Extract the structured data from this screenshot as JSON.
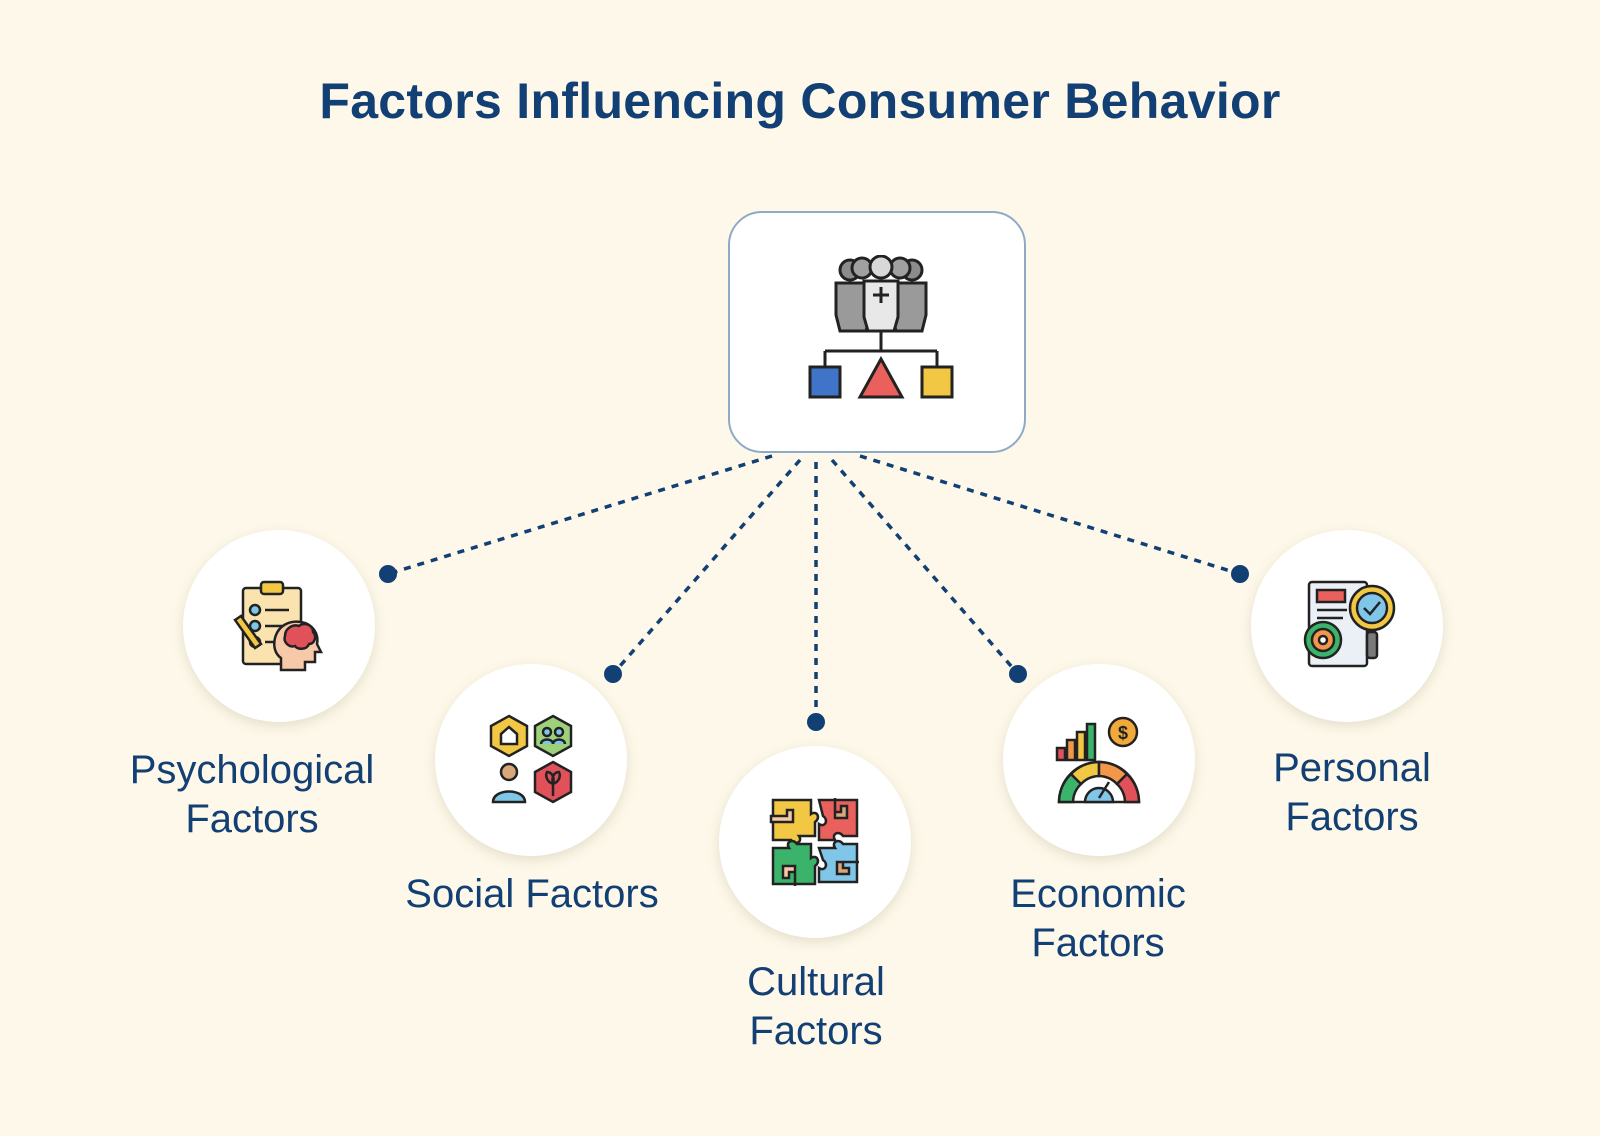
{
  "title": "Factors Influencing Consumer Behavior",
  "hub": {
    "icon": "consumer-group-hierarchy-icon"
  },
  "factors": [
    {
      "label_line1": "Psychological",
      "label_line2": "Factors",
      "icon": "clipboard-brain-icon"
    },
    {
      "label_line1": "Social Factors",
      "label_line2": "",
      "icon": "community-hexagons-icon"
    },
    {
      "label_line1": "Cultural",
      "label_line2": "Factors",
      "icon": "puzzle-hands-icon"
    },
    {
      "label_line1": "Economic",
      "label_line2": "Factors",
      "icon": "finance-gauge-icon"
    },
    {
      "label_line1": "Personal",
      "label_line2": "Factors",
      "icon": "document-gear-magnifier-icon"
    }
  ],
  "colors": {
    "background": "#fdf8e9",
    "title": "#123f74",
    "connector": "#123f74",
    "hub_border": "#8eaac6"
  }
}
